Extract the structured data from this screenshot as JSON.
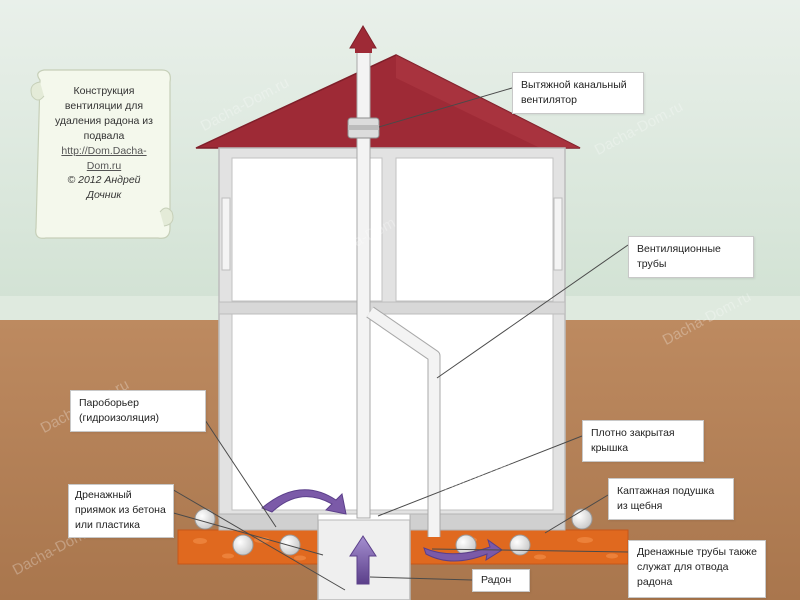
{
  "note": {
    "text": "Конструкция вентиляции для удаления радона из подвала",
    "link": "http://Dom.Dacha-Dom.ru",
    "copyright": "© 2012 Андрей Дочник"
  },
  "labels": {
    "fan": "Вытяжной канальный вентилятор",
    "pipes": "Вентиляционные трубы",
    "vapor_barrier": "Пароборьер (гидроизоляция)",
    "lid": "Плотно закрытая крышка",
    "sump": "Дренажный приямок из бетона или пластика",
    "gravel": "Каптажная подушка из щебня",
    "radon": "Радон",
    "drain_pipes": "Дренажные трубы также служат для отвода радона"
  },
  "watermark": "Dacha-Dom.ru",
  "colors": {
    "sky": "#dbe8df",
    "ground": "#b47f55",
    "roof": "#9e2a36",
    "wall": "#e6e6e6",
    "gravel_layer": "#e0691f",
    "arrow": "#7b5aa8"
  }
}
